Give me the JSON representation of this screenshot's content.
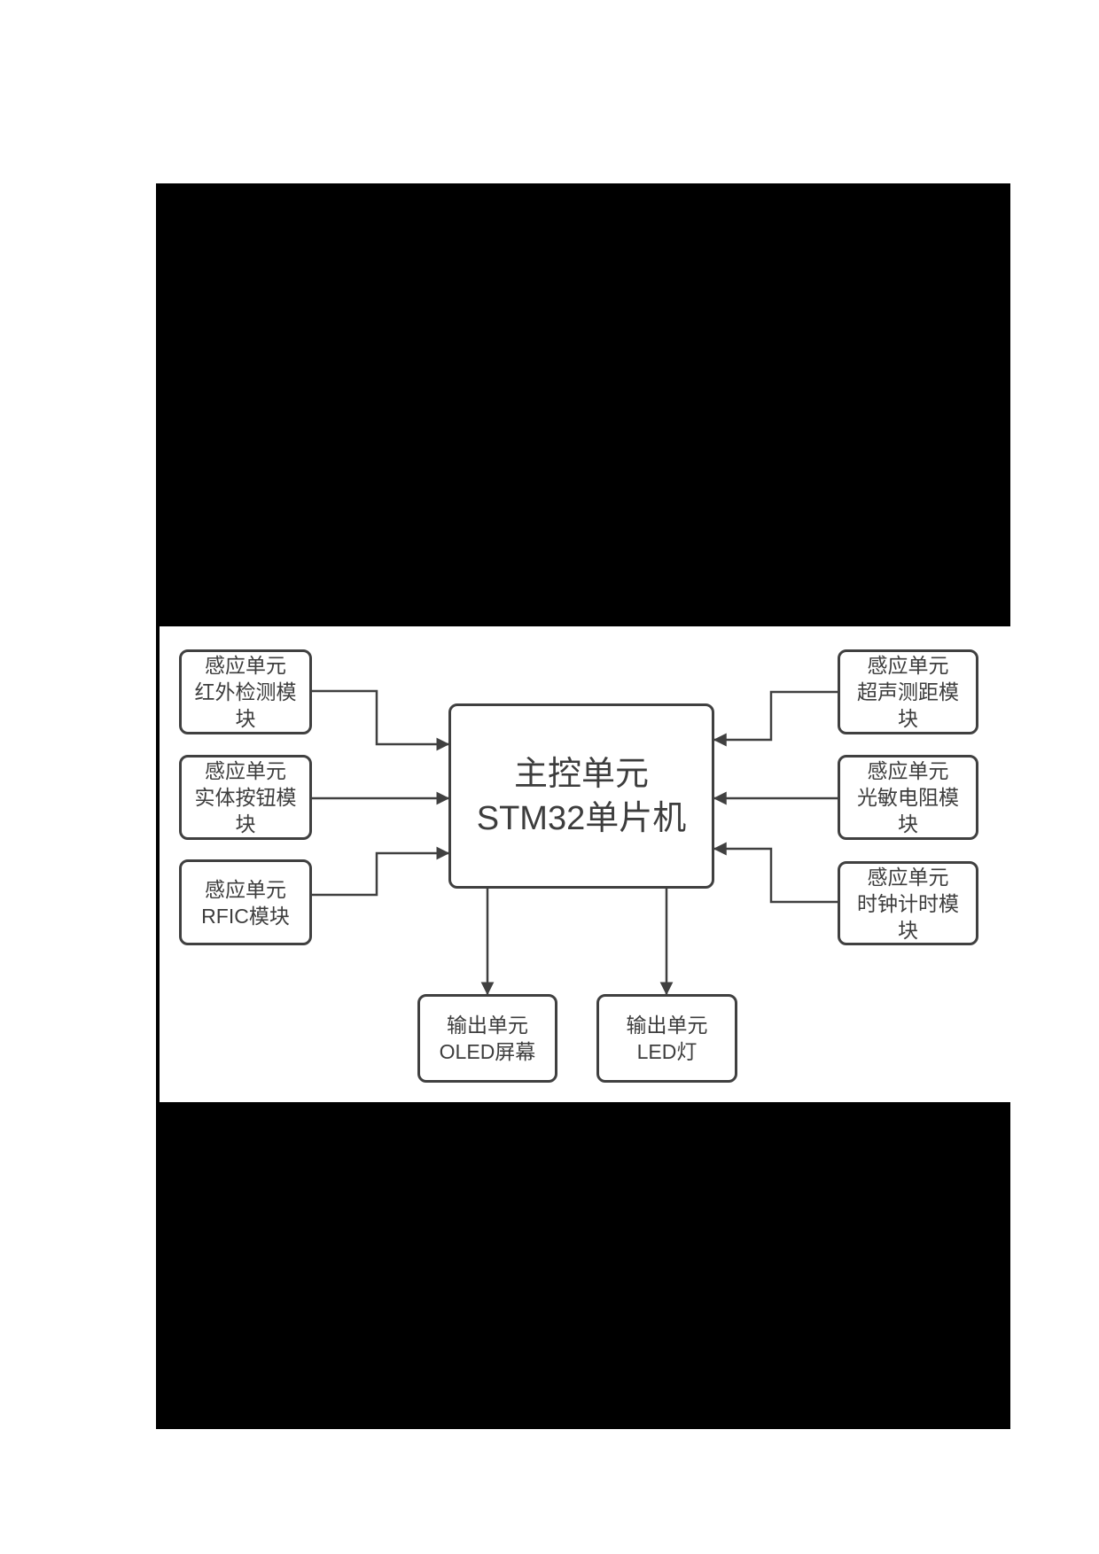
{
  "colors": {
    "page_background": "#ffffff",
    "image_block": "#000000",
    "diagram_stroke": "#404040",
    "diagram_text": "#3d3d3d"
  },
  "nodes": {
    "infrared": {
      "label": "感应单元\n红外检测模\n块"
    },
    "button": {
      "label": "感应单元\n实体按钮模\n块"
    },
    "rfic": {
      "label": "感应单元\nRFIC模块"
    },
    "mcu": {
      "label": "主控单元\nSTM32单片机"
    },
    "ultrasonic": {
      "label": "感应单元\n超声测距模\n块"
    },
    "photoresistor": {
      "label": "感应单元\n光敏电阻模\n块"
    },
    "clock": {
      "label": "感应单元\n时钟计时模\n块"
    },
    "oled": {
      "label": "输出单元\nOLED屏幕"
    },
    "led": {
      "label": "输出单元\nLED灯"
    }
  }
}
